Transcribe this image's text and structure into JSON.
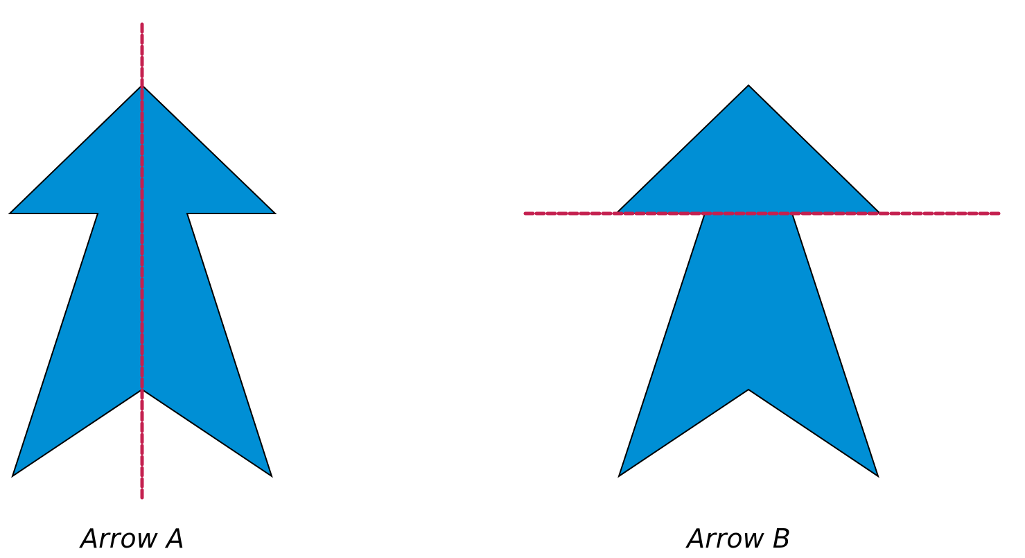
{
  "colors": {
    "arrow_fill": "#008fd5",
    "arrow_stroke": "#000000",
    "axis_line": "#c4204f",
    "background": "#ffffff",
    "caption": "#000000"
  },
  "figures": [
    {
      "caption": "Arrow A",
      "symmetry_line": "vertical"
    },
    {
      "caption": "Arrow B",
      "symmetry_line": "horizontal"
    }
  ]
}
